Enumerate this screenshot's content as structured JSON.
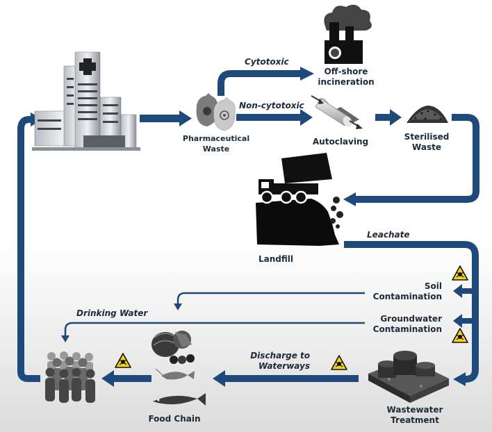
{
  "labels": {
    "cytotoxic": "Cytotoxic",
    "offshore_1": "Off-shore",
    "offshore_2": "incineration",
    "non_cytotoxic": "Non-cytotoxic",
    "pharma_1": "Pharmaceutical",
    "pharma_2": "Waste",
    "autoclaving": "Autoclaving",
    "sterilised_1": "Sterilised",
    "sterilised_2": "Waste",
    "landfill": "Landfill",
    "leachate": "Leachate",
    "soil_1": "Soil",
    "soil_2": "Contamination",
    "drinking_water": "Drinking Water",
    "ground_1": "Groundwater",
    "ground_2": "Contamination",
    "discharge_1": "Discharge to",
    "discharge_2": "Waterways",
    "wastewater_1": "Wastewater",
    "wastewater_2": "Treatment",
    "food_chain": "Food Chain"
  },
  "colors": {
    "arrow": "#1d4a7a",
    "hazard_fill": "#f7d21c",
    "text": "#1b2a3a"
  },
  "icons": [
    "hospital-icon",
    "waste-bags-icon",
    "factory-icon",
    "autoclave-icon",
    "sterilised-waste-icon",
    "dump-truck-landfill-icon",
    "treatment-plant-icon",
    "food-chain-icon",
    "people-icon",
    "hazard-icon"
  ]
}
